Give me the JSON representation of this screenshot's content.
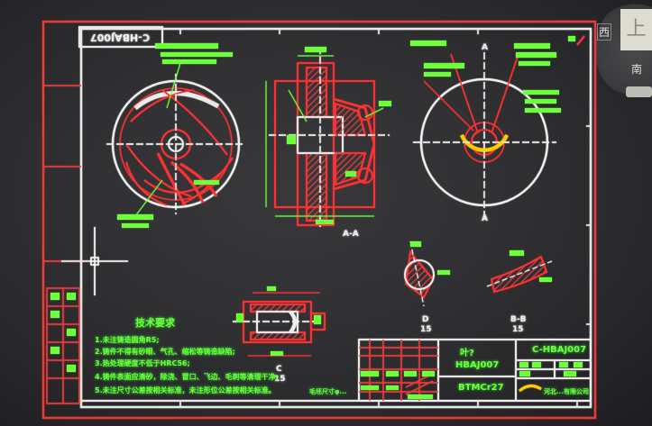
{
  "drawing": {
    "title_box_rotated": "C-HBAJ007",
    "section_labels": {
      "aa": "A-A",
      "a_top": "A",
      "a_bottom": "A",
      "d": "D",
      "d_scale": "15",
      "c": "C",
      "c_scale": "15",
      "bb": "B-B",
      "bb_scale": "15"
    },
    "tech_requirements": {
      "heading": "技术要求",
      "items": [
        "1.未注铸造圆角R5;",
        "2.铸件不得有砂眼、气孔、缩松等铸造缺陷;",
        "3.热处理硬度不低于HRC56;",
        "4.铸件表面应清砂，除浇、冒口、飞边、毛刺等清理干净;",
        "5.未注尺寸公差按相关标准，未注形位公差按相关标准。"
      ]
    },
    "note": "毛坯尺寸φ..."
  },
  "title_block": {
    "part_name": "叶?",
    "part_code": "HBAJ007",
    "material": "BTMCr27",
    "drawing_number": "C-HBAJ007",
    "company": "河北...有限公司"
  },
  "view_cube": {
    "west": "西",
    "top": "上",
    "south": "南"
  },
  "colors": {
    "background": "#2b2b2d",
    "border": "#e63a3a",
    "frame": "#e8e8e8",
    "annotation": "#6dff3a",
    "geometry_red": "#ff3030"
  }
}
